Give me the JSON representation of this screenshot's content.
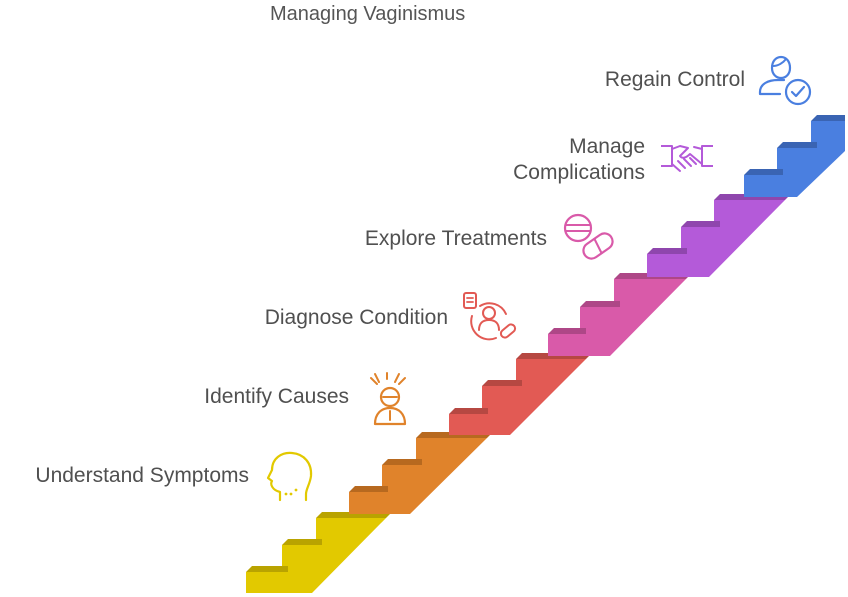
{
  "title": "Managing Vaginismus",
  "steps": [
    {
      "label": "Understand Symptoms",
      "color": "#e2c900",
      "icon": "head-icon"
    },
    {
      "label": "Identify Causes",
      "color": "#e0832b",
      "icon": "stressed-person-icon"
    },
    {
      "label": "Diagnose Condition",
      "color": "#e25a54",
      "icon": "patient-diagnosis-icon"
    },
    {
      "label": "Explore Treatments",
      "color": "#d95aa9",
      "icon": "pills-icon"
    },
    {
      "label": "Manage Complications",
      "line1": "Manage",
      "line2": "Complications",
      "color": "#b45ad9",
      "icon": "handshake-icon"
    },
    {
      "label": "Regain Control",
      "color": "#4a7fe0",
      "icon": "user-check-icon"
    }
  ]
}
